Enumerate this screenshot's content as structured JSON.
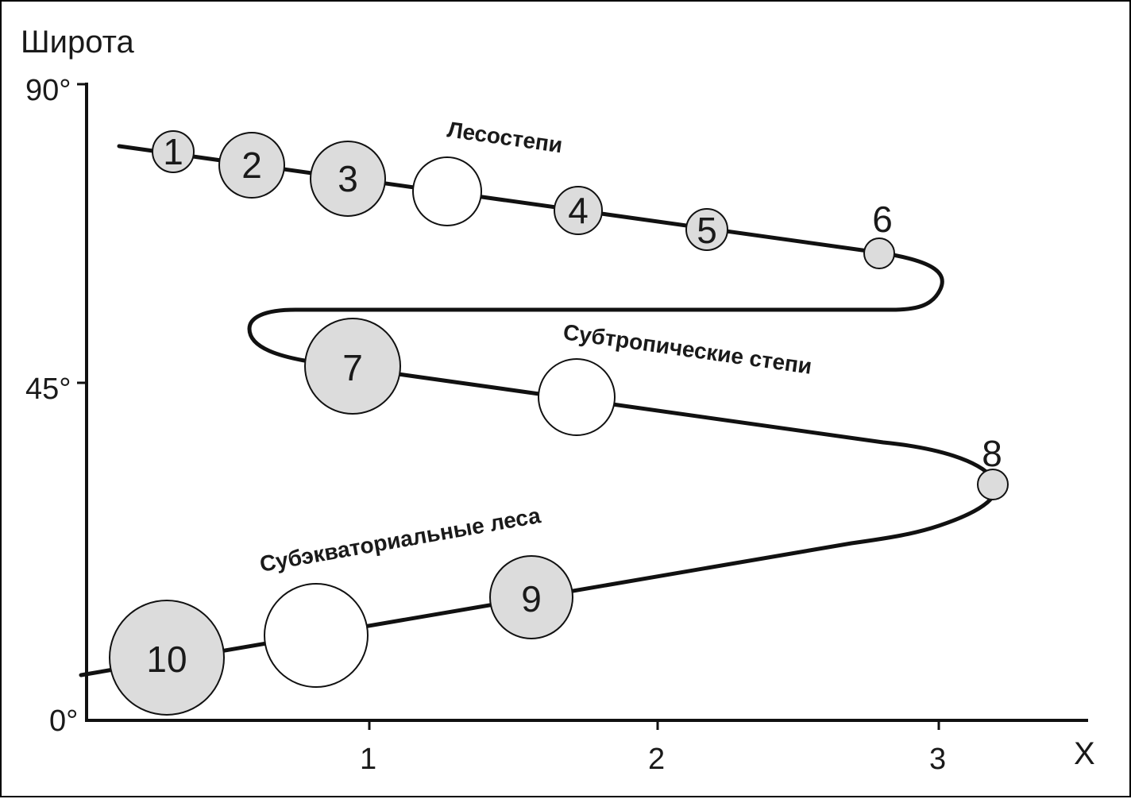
{
  "axes": {
    "y_title": "Широта",
    "x_title": "X",
    "y_ticks": [
      "90°",
      "45°",
      "0°"
    ],
    "x_ticks": [
      "1",
      "2",
      "3"
    ]
  },
  "zones": {
    "forest_steppe": "Лесостепи",
    "subtropical_steppe": "Субтропические степи",
    "subequatorial_forest": "Субэкваториальные леса"
  },
  "nodes": [
    {
      "label": "1",
      "fill": "#dcdcdc"
    },
    {
      "label": "2",
      "fill": "#dcdcdc"
    },
    {
      "label": "3",
      "fill": "#dcdcdc"
    },
    {
      "label": "4",
      "fill": "#dcdcdc"
    },
    {
      "label": "5",
      "fill": "#dcdcdc"
    },
    {
      "label": "6",
      "fill": "#dcdcdc"
    },
    {
      "label": "7",
      "fill": "#dcdcdc"
    },
    {
      "label": "8",
      "fill": "#dcdcdc"
    },
    {
      "label": "9",
      "fill": "#dcdcdc"
    },
    {
      "label": "10",
      "fill": "#dcdcdc"
    }
  ],
  "colors": {
    "line": "#111111",
    "empty_circle": "#ffffff",
    "filled_circle": "#dcdcdc"
  }
}
